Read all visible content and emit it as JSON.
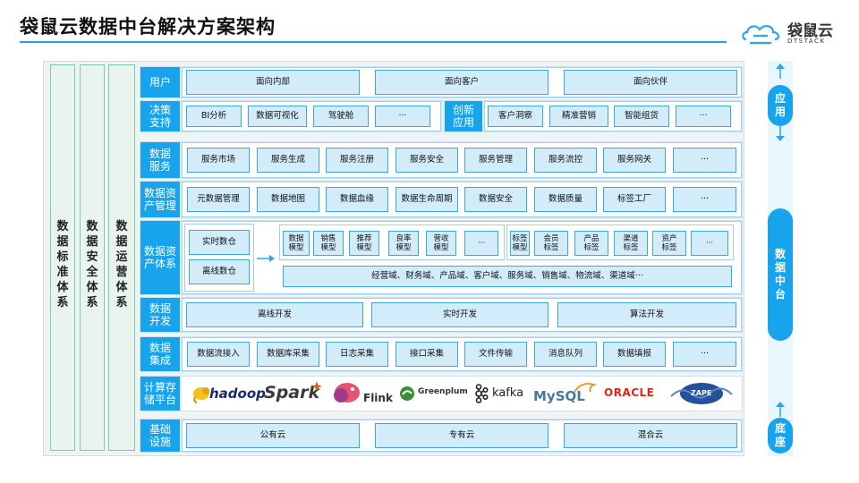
{
  "title": "袋鼠云数据中台解决方案架构",
  "logo": {
    "name": "袋鼠云",
    "sub": "DTSTACK"
  },
  "columns": [
    "数据标准体系",
    "数据安全体系",
    "数据运营体系"
  ],
  "rows": {
    "user": {
      "label": "用户",
      "items": [
        "面向内部",
        "面向客户",
        "面向伙伴"
      ]
    },
    "decision": {
      "label": "决策\n支持",
      "items": [
        "BI分析",
        "数据可视化",
        "驾驶舱",
        "···"
      ]
    },
    "innovation": {
      "label": "创新\n应用",
      "items": [
        "客户洞察",
        "精准营销",
        "智能组货",
        "···"
      ]
    },
    "service": {
      "label": "数据\n服务",
      "items": [
        "服务市场",
        "服务生成",
        "服务注册",
        "服务安全",
        "服务管理",
        "服务流控",
        "服务网关",
        "···"
      ]
    },
    "asset_mgmt": {
      "label": "数据资\n产管理",
      "items": [
        "元数据管理",
        "数据地图",
        "数据血缘",
        "数据生命周期",
        "数据安全",
        "数据质量",
        "标签工厂",
        "···"
      ]
    },
    "asset_system": {
      "label": "数据资\n产体系",
      "sources": [
        "实时数仓",
        "离线数仓"
      ],
      "model_group": [
        "数据\n模型",
        "销售\n模型",
        "推荐\n模型",
        "良率\n模型",
        "营收\n模型",
        "···"
      ],
      "tag_group": [
        "标签\n模型",
        "会员\n标签",
        "产品\n标签",
        "渠道\n标签",
        "资产\n标签",
        "···"
      ],
      "domains": "经营域、财务域、产品域、客户域、服务域、销售域、物流域、渠道域···"
    },
    "dev": {
      "label": "数据\n开发",
      "items": [
        "离线开发",
        "实时开发",
        "算法开发"
      ]
    },
    "integration": {
      "label": "数据\n集成",
      "items": [
        "数据流接入",
        "数据库采集",
        "日志采集",
        "接口采集",
        "文件传输",
        "消息队列",
        "数据填报",
        "···"
      ]
    },
    "compute": {
      "label": "计算存\n储平台",
      "techs": [
        "hadoop",
        "Spark",
        "Flink",
        "Greenplum",
        "kafka",
        "MySQL",
        "ORACLE",
        "ZAPE"
      ]
    },
    "base": {
      "label": "基础\n设施",
      "items": [
        "公有云",
        "专有云",
        "混合云"
      ]
    }
  },
  "right": {
    "top": "应\n用",
    "middle": "数\n据\n中\n台",
    "bottom": "底\n座"
  }
}
